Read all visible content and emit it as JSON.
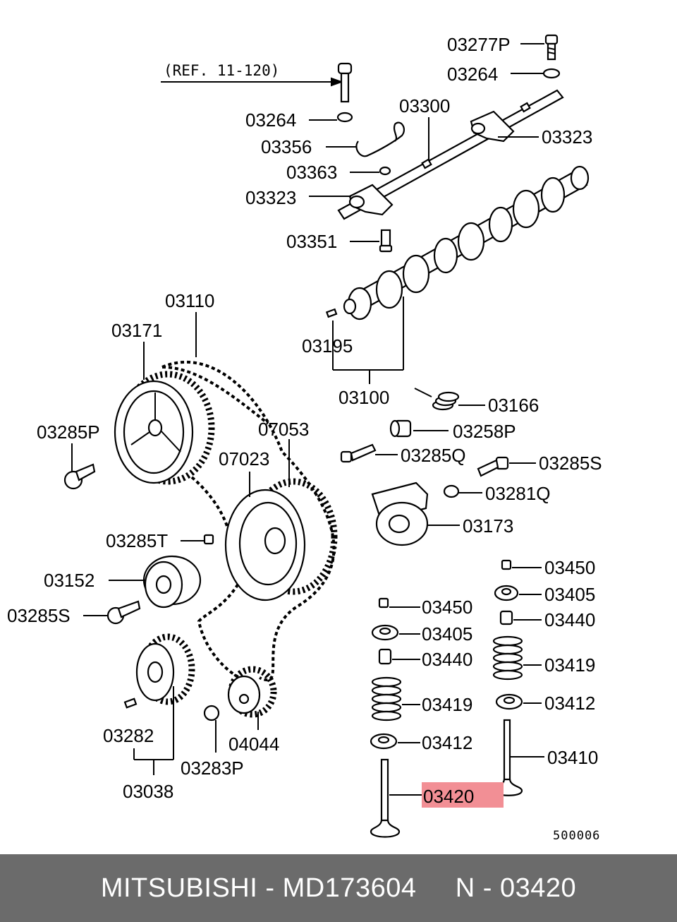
{
  "reference_note": "(REF. 11-120)",
  "drawing_code": "500006",
  "highlight_color": "#f28f95",
  "labels": {
    "p03277P": "03277P",
    "p03264a": "03264",
    "p03264b": "03264",
    "p03300": "03300",
    "p03356": "03356",
    "p03323a": "03323",
    "p03363": "03363",
    "p03323b": "03323",
    "p03351": "03351",
    "p03110": "03110",
    "p03171": "03171",
    "p03195": "03195",
    "p03100": "03100",
    "p03166": "03166",
    "p03285P": "03285P",
    "p07053": "07053",
    "p03258P": "03258P",
    "p07023": "07023",
    "p03285Q": "03285Q",
    "p03285Sa": "03285S",
    "p03281Q": "03281Q",
    "p03173": "03173",
    "p03285T": "03285T",
    "p03450a": "03450",
    "p03152": "03152",
    "p03405a": "03405",
    "p03450b": "03450",
    "p03440a": "03440",
    "p03285Sb": "03285S",
    "p03405b": "03405",
    "p03440b": "03440",
    "p03419a": "03419",
    "p03419b": "03419",
    "p03412a": "03412",
    "p03282": "03282",
    "p03412b": "03412",
    "p04044": "04044",
    "p03410": "03410",
    "p03283P": "03283P",
    "p03038": "03038",
    "p03420": "03420"
  },
  "footer": {
    "text": "MITSUBISHI - MD173604     N - 03420"
  }
}
